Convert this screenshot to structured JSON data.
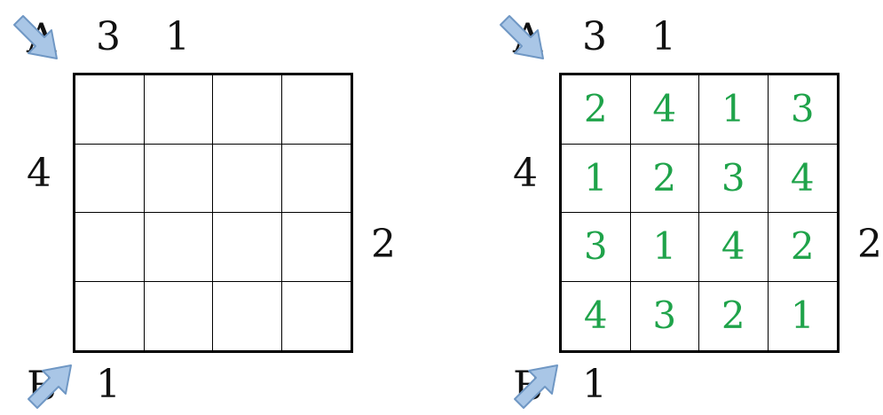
{
  "puzzles": [
    {
      "top_clues": [
        "3",
        "1"
      ],
      "left_clue": "4",
      "right_clue": "2",
      "bottom_clue": "1",
      "corner_top": "A",
      "corner_bottom": "B",
      "cells": [
        "",
        "",
        "",
        "",
        "",
        "",
        "",
        "",
        "",
        "",
        "",
        "",
        "",
        "",
        "",
        ""
      ]
    },
    {
      "top_clues": [
        "3",
        "1"
      ],
      "left_clue": "4",
      "right_clue": "2",
      "bottom_clue": "1",
      "corner_top": "A",
      "corner_bottom": "B",
      "cells": [
        "2",
        "4",
        "1",
        "3",
        "1",
        "2",
        "3",
        "4",
        "3",
        "1",
        "4",
        "2",
        "4",
        "3",
        "2",
        "1"
      ]
    }
  ],
  "colors": {
    "solution": "#1fa34a",
    "arrow_fill": "#a9c6e6",
    "arrow_stroke": "#6f97c4"
  },
  "icons": {
    "corner_top": "down-right-arrow-icon",
    "corner_bottom": "up-right-arrow-icon"
  }
}
